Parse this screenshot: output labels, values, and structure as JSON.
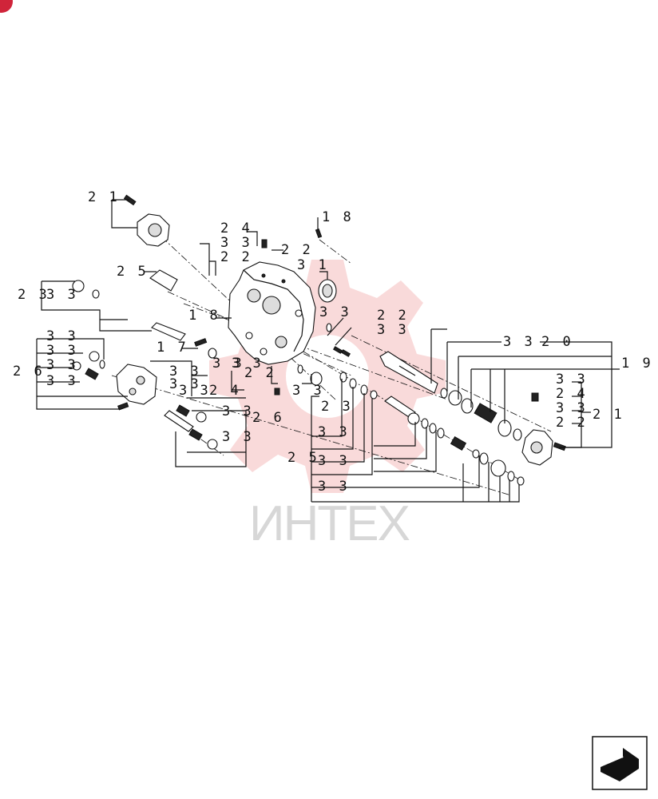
{
  "watermark": {
    "text": "ИНТЕХ",
    "color": "#e85a5a"
  },
  "callouts": {
    "c21a": "2 1",
    "c18a": "1 8",
    "c24a": "2 4",
    "c33a": "3 3",
    "c22a": "2 2",
    "c22b": "2 2",
    "c31": "3 1",
    "c25a": "2 5",
    "c23": "2 3",
    "c33b": "3 3",
    "c33c": "3 3",
    "c18b": "1 8",
    "c22c": "2 2",
    "c33d": "3 3",
    "c17": "1 7",
    "c33e": "3 3",
    "c26a": "2 6",
    "c33f": "3 3",
    "c33g": "3 3",
    "c33h": "3 3",
    "c33i": "3 3",
    "c33j": "3 3",
    "c33k": "3 3",
    "c33l": "3 3",
    "c22d": "2 2",
    "c24b": "2 4",
    "c33m": "3 3",
    "c23b": "2 3",
    "c33n": "3 3",
    "c26b": "2 6",
    "c33o": "3 3",
    "c33p": "3 3",
    "c20": "2 0",
    "c19": "1 9",
    "c33q": "3 3",
    "c24c": "2 4",
    "c33r": "3 3",
    "c22e": "2 2",
    "c21b": "2 1",
    "c33s": "3 3",
    "c25b": "2 5",
    "c33t": "3 3",
    "c33u": "3 3",
    "c33v": "3 3"
  },
  "nav_icon": "next-page-arrow-icon",
  "corner_badge_color": "#d0243a"
}
